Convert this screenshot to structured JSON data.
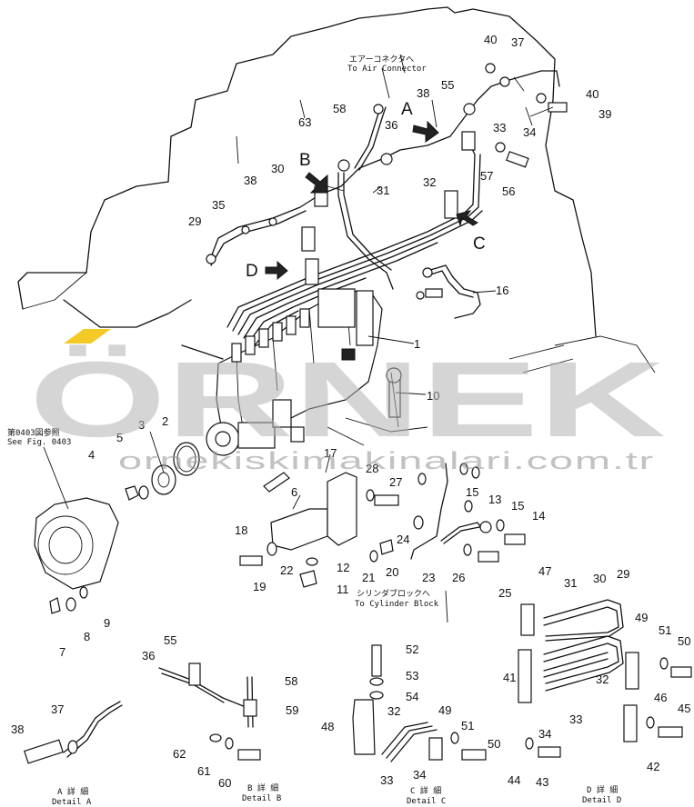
{
  "watermark": {
    "brand": "ÖRNEK",
    "url": "ornekiskimakinalari.com.tr",
    "accent": "#f2c200"
  },
  "notes": {
    "air_connector_jp": "エアーコネクタへ",
    "air_connector_en": "To Air Connector",
    "cylinder_block_jp": "シリンダブロックへ",
    "cylinder_block_en": "To Cylinder Block",
    "see_fig_jp": "第0403図参照",
    "see_fig_en": "See Fig. 0403"
  },
  "views": {
    "a": "A",
    "b": "B",
    "c": "C",
    "d": "D"
  },
  "details": [
    {
      "jp": "A 詳 細",
      "en": "Detail A"
    },
    {
      "jp": "B 詳 細",
      "en": "Detail B"
    },
    {
      "jp": "C 詳 細",
      "en": "Detail C"
    },
    {
      "jp": "D 詳 細",
      "en": "Detail D"
    }
  ],
  "callouts": [
    "1",
    "2",
    "3",
    "4",
    "5",
    "6",
    "7",
    "8",
    "9",
    "10",
    "11",
    "12",
    "13",
    "14",
    "15",
    "15",
    "16",
    "17",
    "18",
    "19",
    "20",
    "21",
    "22",
    "23",
    "24",
    "25",
    "26",
    "27",
    "28",
    "29",
    "29",
    "30",
    "30",
    "31",
    "31",
    "32",
    "32",
    "32",
    "33",
    "33",
    "33",
    "34",
    "34",
    "34",
    "35",
    "36",
    "36",
    "37",
    "37",
    "38",
    "38",
    "38",
    "39",
    "40",
    "40",
    "41",
    "42",
    "43",
    "44",
    "45",
    "46",
    "47",
    "48",
    "49",
    "49",
    "50",
    "50",
    "51",
    "51",
    "52",
    "53",
    "54",
    "55",
    "55",
    "56",
    "57",
    "58",
    "58",
    "59",
    "60",
    "61",
    "62",
    "63"
  ]
}
